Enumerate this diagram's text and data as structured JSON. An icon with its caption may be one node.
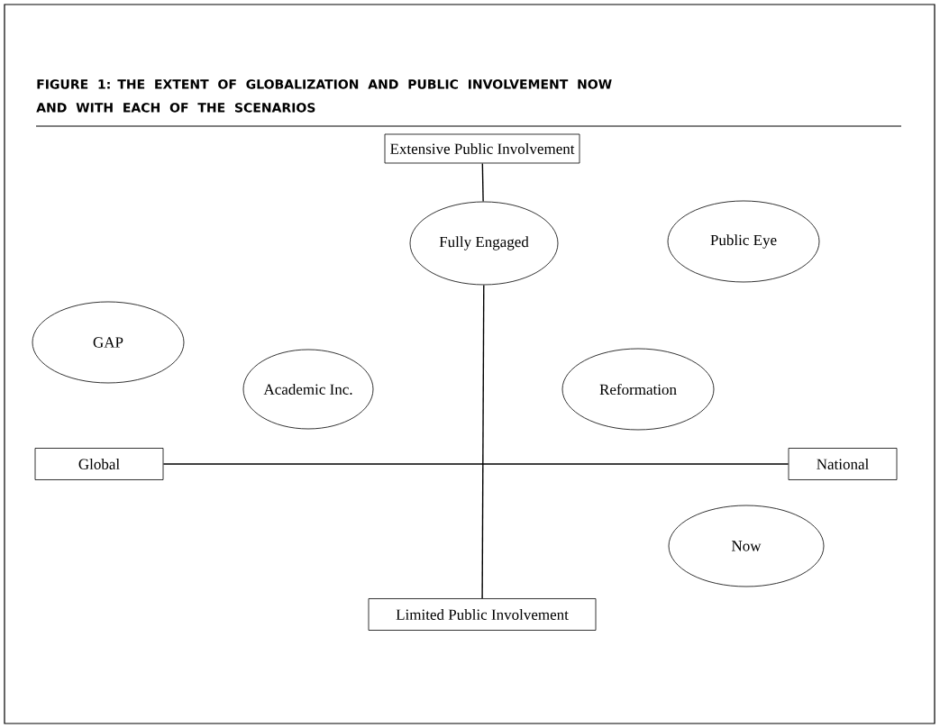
{
  "diagram": {
    "title": "FIGURE 1: THE EXTENT OF GLOBALIZATION AND PUBLIC INVOLVEMENT NOW AND WITH EACH OF THE SCENARIOS",
    "nodes": [
      {
        "text": [
          "Extensive Public Involvement"
        ]
      },
      {
        "text": [
          "Fully Engaged"
        ]
      },
      {
        "text": [
          "Public Eye"
        ]
      },
      {
        "text": [
          "GAP"
        ]
      },
      {
        "text": [
          "Academic Inc."
        ]
      },
      {
        "text": [
          "Reformation"
        ]
      },
      {
        "text": [
          "Global"
        ]
      },
      {
        "text": [
          "National"
        ]
      },
      {
        "text": [
          "Now"
        ]
      },
      {
        "text": [
          "Limited Public Involvement"
        ]
      }
    ],
    "edges": [
      {
        "from": 0,
        "to": 1,
        "arrow": "none"
      },
      {
        "from": 1,
        "to": 9,
        "arrow": "none"
      },
      {
        "from": 6,
        "to": 7,
        "arrow": "none"
      }
    ]
  }
}
